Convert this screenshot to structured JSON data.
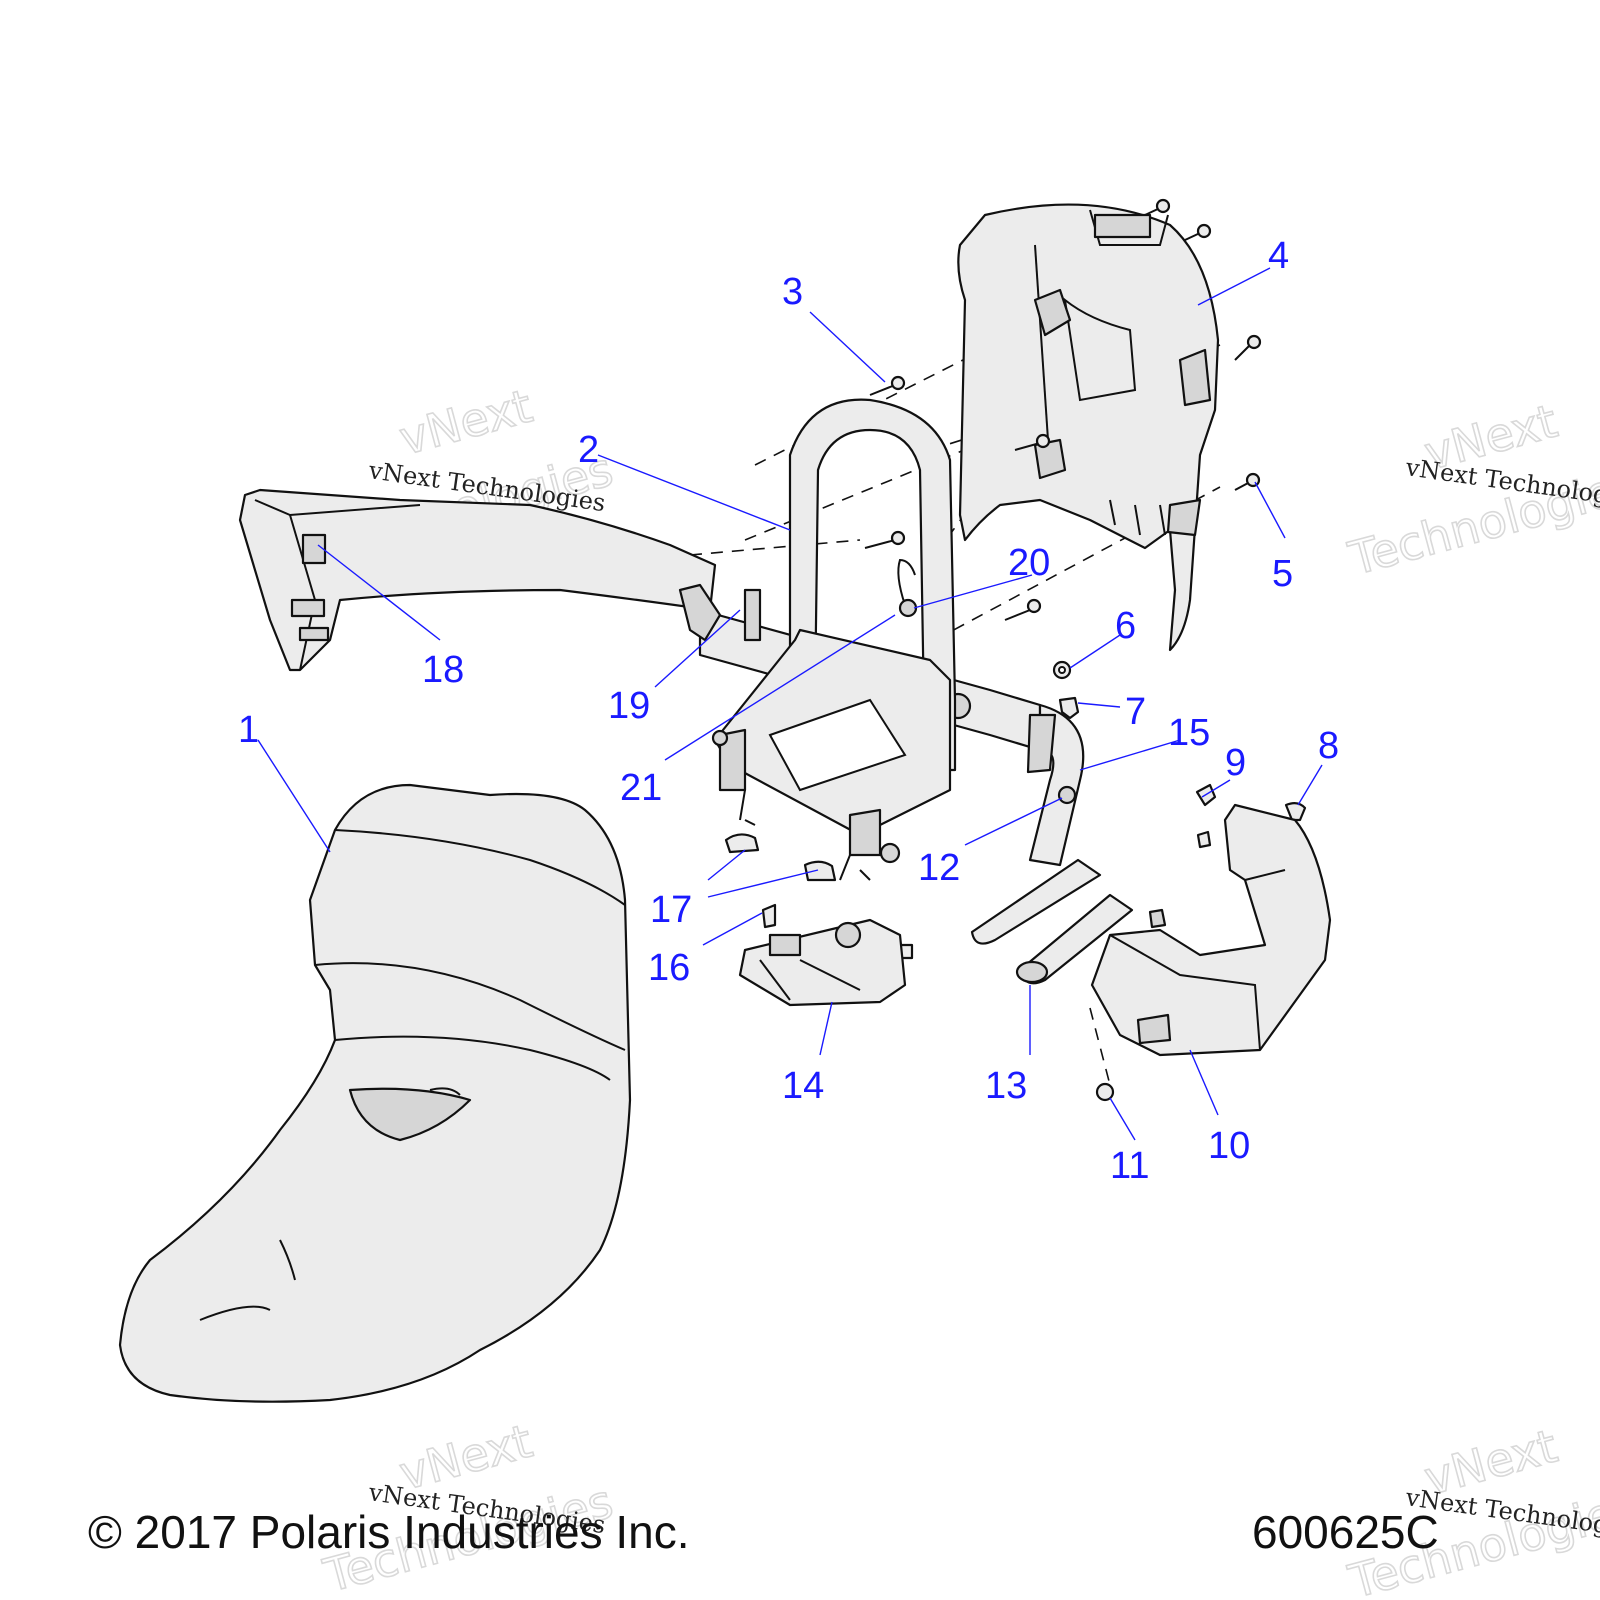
{
  "callouts": [
    "1",
    "2",
    "3",
    "4",
    "5",
    "6",
    "7",
    "8",
    "9",
    "10",
    "11",
    "12",
    "13",
    "14",
    "15",
    "16",
    "17",
    "18",
    "19",
    "20",
    "21"
  ],
  "watermark": {
    "brand": "vNext",
    "word": "Technologies",
    "line": "vNext Technologies"
  },
  "footer": {
    "copyright": "© 2017 Polaris Industries Inc.",
    "drawing_number": "600625C"
  },
  "colors": {
    "callout": "#1a1aff",
    "line": "#111111",
    "part_fill": "#ececec"
  }
}
